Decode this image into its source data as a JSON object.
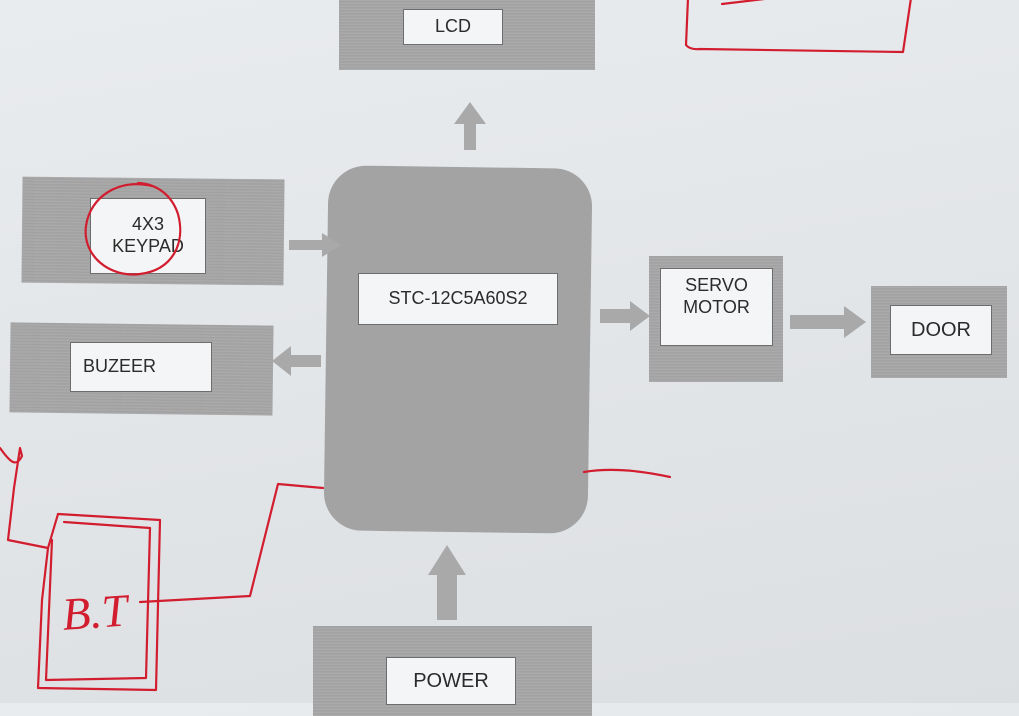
{
  "blocks": {
    "lcd": "LCD",
    "keypad_line1": "4X3",
    "keypad_line2": "KEYPAD",
    "buzzer": "BUZEER",
    "mcu": "STC-12C5A60S2",
    "servo_line1": "SERVO",
    "servo_line2": "MOTOR",
    "door": "DOOR",
    "power": "POWER"
  },
  "annotations": {
    "handwritten_module": "B.T"
  },
  "colors": {
    "block_fill": "#a5a5a6",
    "label_fill": "#f4f5f6",
    "arrow_fill": "#a9a9aa",
    "ink_red": "#d21d2f",
    "paper": "#e6e9ec"
  }
}
